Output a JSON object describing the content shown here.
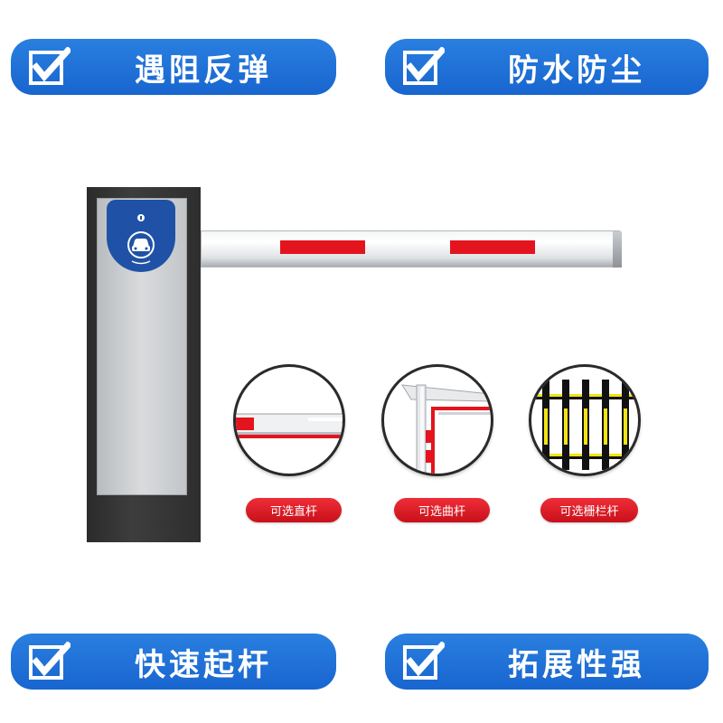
{
  "features": {
    "top_left": "遇阻反弹",
    "top_right": "防水防尘",
    "bottom_left": "快速起杆",
    "bottom_right": "拓展性强"
  },
  "options": {
    "straight": "可选直杆",
    "curved": "可选曲杆",
    "fence": "可选栅栏杆"
  },
  "colors": {
    "badge_blue": "#1a6ad3",
    "stripe_red": "#e4141e",
    "panel_blue": "#1f52a6",
    "fence_yellow": "#f2e313"
  },
  "icons": {
    "badge_icon": "check-box-icon",
    "panel_icon": "car-icon"
  }
}
